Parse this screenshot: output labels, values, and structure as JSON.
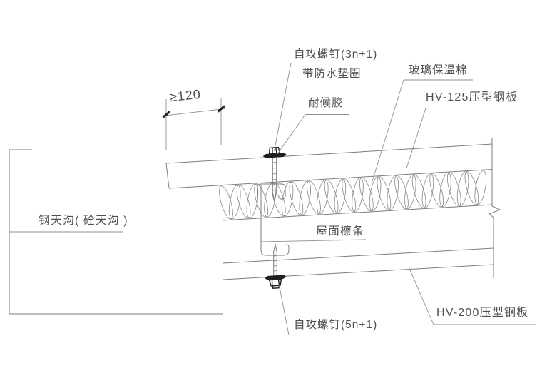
{
  "drawing": {
    "type": "roof-gutter-eave-detail",
    "dimension_label": "≥120",
    "callouts": {
      "top_screw_line1": "自攻螺钉(3n+1)",
      "top_screw_line2": "带防水垫圈",
      "weather_sealant": "耐候胶",
      "glass_wool": "玻璃保温棉",
      "upper_sheet": "HV-125压型钢板",
      "gutter": "钢天沟( 砼天沟 )",
      "purlin": "屋面檩条",
      "bottom_screw": "自攻螺钉(5n+1)",
      "lower_sheet": "HV-200压型钢板"
    },
    "colors": {
      "line": "#7d7d7d",
      "thin_line": "#8f8f8f",
      "dark": "#1f1f1f",
      "text": "#4f4f4f",
      "background": "#ffffff"
    }
  }
}
